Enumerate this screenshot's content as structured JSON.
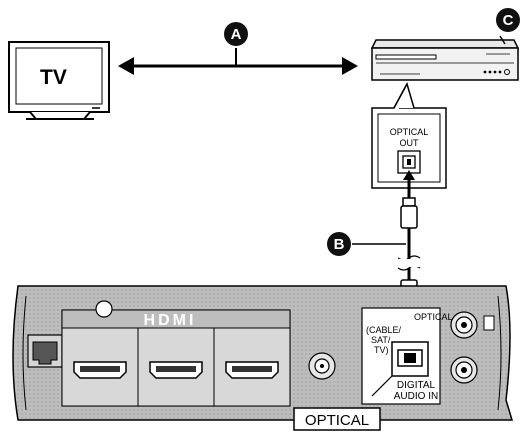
{
  "tv": {
    "label": "TV"
  },
  "callouts": {
    "a": "A",
    "b": "B",
    "c": "C"
  },
  "optical_out_zoom": {
    "line1": "OPTICAL",
    "line2": "OUT"
  },
  "rear_panel": {
    "hdmi_logo": "HDMI",
    "optical_label_top": "OPTICAL",
    "cable_sat_tv_line1": "(CABLE/",
    "cable_sat_tv_line2": "SAT/",
    "cable_sat_tv_line3": "TV)",
    "digital_audio_line1": "DIGITAL",
    "digital_audio_line2": "AUDIO IN",
    "optical_box": "OPTICAL"
  }
}
